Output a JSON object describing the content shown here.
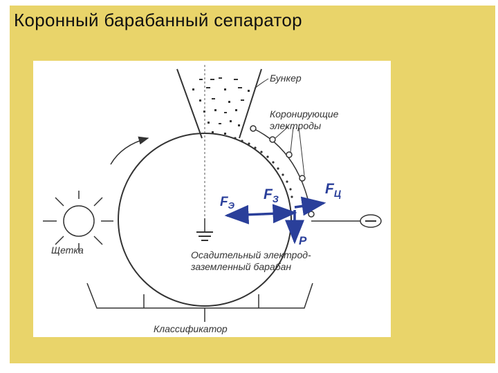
{
  "slide": {
    "title": "Коронный барабанный сепаратор",
    "colors": {
      "background": "#e9d46a",
      "force_arrows": "#2a3f9a"
    }
  },
  "diagram": {
    "labels": {
      "hopper": "Бункер",
      "corona_line1": "Коронирующие",
      "corona_line2": "электроды",
      "brush": "Щетка",
      "collector_line1": "Осадительный электрод-",
      "collector_line2": "заземленный барабан",
      "classifier": "Классификатор"
    },
    "forces": {
      "fe": {
        "main": "F",
        "sub": "Э"
      },
      "fz": {
        "main": "F",
        "sub": "З"
      },
      "fc": {
        "main": "F",
        "sub": "Ц"
      },
      "p": "P"
    },
    "icons": [
      "rotation-arrow-icon",
      "ground-icon",
      "minus-terminal-icon",
      "brush-icon"
    ]
  }
}
